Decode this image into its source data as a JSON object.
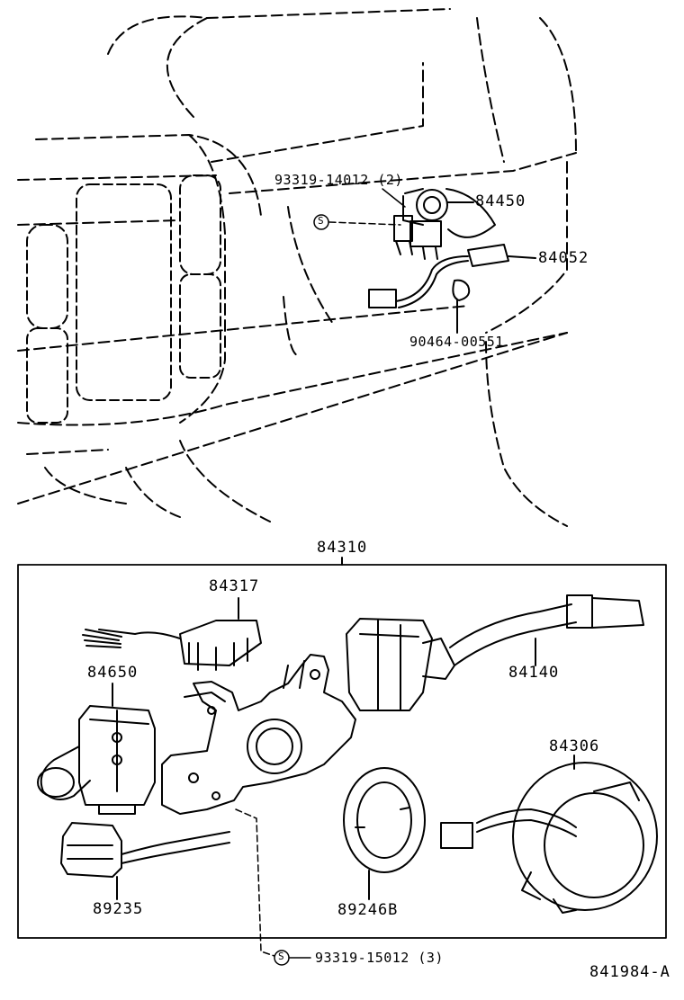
{
  "top_labels": {
    "screw_a": "93319-14012 (2)",
    "ignition_switch": "84450",
    "harness": "84052",
    "clamp": "90464-00551"
  },
  "bottom_labels": {
    "assembly": "84310",
    "wiper_switch_sub": "84317",
    "light_switch": "84650",
    "wiper_switch": "84140",
    "spiral_cable": "84306",
    "connector": "89235",
    "sensor_ring": "89246B",
    "screw_b": "93319-15012 (3)"
  },
  "symbols": {
    "screw_symbol": "S"
  },
  "figure_number": "841984-A"
}
